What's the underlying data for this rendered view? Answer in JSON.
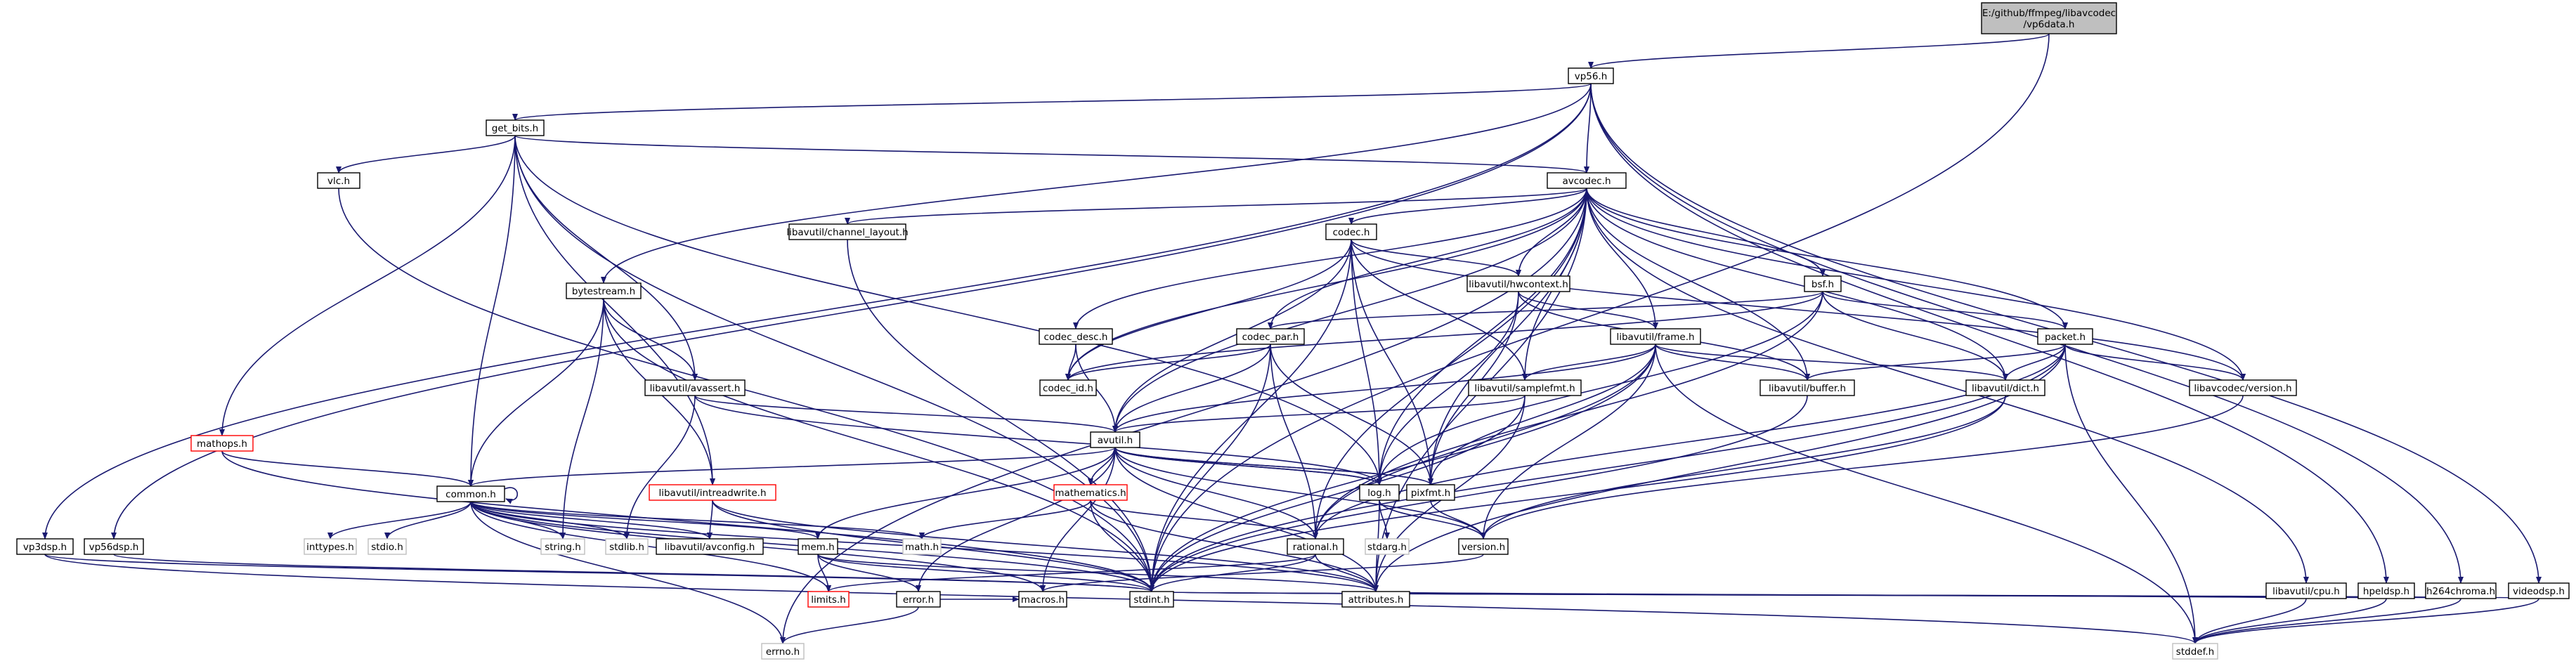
{
  "colors": {
    "edge": "#191970",
    "node_border": "#000000",
    "missing_border": "#ff0000",
    "system_border": "#bfbfbf",
    "root_fill": "#bfbfbf",
    "node_fill": "#ffffff"
  },
  "nodes": [
    {
      "id": "root",
      "lines": [
        "E:/github/ffmpeg/libavcodec",
        "/vp6data.h"
      ],
      "kind": "root"
    },
    {
      "id": "vp56_h",
      "lines": [
        "vp56.h"
      ]
    },
    {
      "id": "get_bits_h",
      "lines": [
        "get_bits.h"
      ]
    },
    {
      "id": "avcodec_h",
      "lines": [
        "avcodec.h"
      ]
    },
    {
      "id": "vlc_h",
      "lines": [
        "vlc.h"
      ]
    },
    {
      "id": "bytestream_h",
      "lines": [
        "bytestream.h"
      ]
    },
    {
      "id": "mathops_h",
      "lines": [
        "mathops.h"
      ],
      "kind": "missing"
    },
    {
      "id": "common_h",
      "lines": [
        "common.h"
      ]
    },
    {
      "id": "vp3dsp_h",
      "lines": [
        "vp3dsp.h"
      ]
    },
    {
      "id": "vp56dsp_h",
      "lines": [
        "vp56dsp.h"
      ]
    },
    {
      "id": "channel_layout_h",
      "lines": [
        "libavutil/channel_layout.h"
      ]
    },
    {
      "id": "codec_h",
      "lines": [
        "codec.h"
      ]
    },
    {
      "id": "hwcontext_h",
      "lines": [
        "libavutil/hwcontext.h"
      ]
    },
    {
      "id": "bsf_h",
      "lines": [
        "bsf.h"
      ]
    },
    {
      "id": "codec_desc_h",
      "lines": [
        "codec_desc.h"
      ]
    },
    {
      "id": "codec_par_h",
      "lines": [
        "codec_par.h"
      ]
    },
    {
      "id": "frame_h",
      "lines": [
        "libavutil/frame.h"
      ]
    },
    {
      "id": "packet_h",
      "lines": [
        "packet.h"
      ]
    },
    {
      "id": "avassert_h",
      "lines": [
        "libavutil/avassert.h"
      ]
    },
    {
      "id": "codec_id_h",
      "lines": [
        "codec_id.h"
      ]
    },
    {
      "id": "samplefmt_h",
      "lines": [
        "libavutil/samplefmt.h"
      ]
    },
    {
      "id": "buffer_h",
      "lines": [
        "libavutil/buffer.h"
      ]
    },
    {
      "id": "dict_h",
      "lines": [
        "libavutil/dict.h"
      ]
    },
    {
      "id": "lavc_version_h",
      "lines": [
        "libavcodec/version.h"
      ]
    },
    {
      "id": "avutil_h",
      "lines": [
        "avutil.h"
      ]
    },
    {
      "id": "mathematics_h",
      "lines": [
        "mathematics.h"
      ],
      "kind": "missing"
    },
    {
      "id": "intreadwrite_h",
      "lines": [
        "libavutil/intreadwrite.h"
      ],
      "kind": "missing"
    },
    {
      "id": "log_h",
      "lines": [
        "log.h"
      ]
    },
    {
      "id": "pixfmt_h",
      "lines": [
        "pixfmt.h"
      ]
    },
    {
      "id": "inttypes_h",
      "lines": [
        "inttypes.h"
      ],
      "kind": "system"
    },
    {
      "id": "stdio_h",
      "lines": [
        "stdio.h"
      ],
      "kind": "system"
    },
    {
      "id": "stdlib_h",
      "lines": [
        "stdlib.h"
      ],
      "kind": "system"
    },
    {
      "id": "string_h",
      "lines": [
        "string.h"
      ],
      "kind": "system"
    },
    {
      "id": "avconfig_h",
      "lines": [
        "libavutil/avconfig.h"
      ]
    },
    {
      "id": "mem_h",
      "lines": [
        "mem.h"
      ]
    },
    {
      "id": "math_h",
      "lines": [
        "math.h"
      ],
      "kind": "system"
    },
    {
      "id": "stdarg_h",
      "lines": [
        "stdarg.h"
      ],
      "kind": "system"
    },
    {
      "id": "rational_h",
      "lines": [
        "rational.h"
      ]
    },
    {
      "id": "version_h",
      "lines": [
        "version.h"
      ]
    },
    {
      "id": "cpu_h",
      "lines": [
        "libavutil/cpu.h"
      ]
    },
    {
      "id": "hpeldsp_h",
      "lines": [
        "hpeldsp.h"
      ]
    },
    {
      "id": "h264chroma_h",
      "lines": [
        "h264chroma.h"
      ]
    },
    {
      "id": "videodsp_h",
      "lines": [
        "videodsp.h"
      ]
    },
    {
      "id": "limits_h",
      "lines": [
        "limits.h"
      ],
      "kind": "missing"
    },
    {
      "id": "macros_h",
      "lines": [
        "macros.h"
      ]
    },
    {
      "id": "error_h",
      "lines": [
        "error.h"
      ]
    },
    {
      "id": "stdint_h",
      "lines": [
        "stdint.h"
      ]
    },
    {
      "id": "attributes_h",
      "lines": [
        "attributes.h"
      ]
    },
    {
      "id": "errno_h",
      "lines": [
        "errno.h"
      ],
      "kind": "system"
    },
    {
      "id": "stddef_h",
      "lines": [
        "stddef.h"
      ],
      "kind": "system"
    }
  ],
  "edges": [
    [
      "root",
      "vp56_h"
    ],
    [
      "root",
      "stdint_h"
    ],
    [
      "vp56_h",
      "get_bits_h"
    ],
    [
      "vp56_h",
      "avcodec_h"
    ],
    [
      "vp56_h",
      "bytestream_h"
    ],
    [
      "vp56_h",
      "vp3dsp_h"
    ],
    [
      "vp56_h",
      "vp56dsp_h"
    ],
    [
      "vp56_h",
      "h264chroma_h"
    ],
    [
      "vp56_h",
      "hpeldsp_h"
    ],
    [
      "vp56_h",
      "videodsp_h"
    ],
    [
      "get_bits_h",
      "avcodec_h"
    ],
    [
      "get_bits_h",
      "vlc_h"
    ],
    [
      "get_bits_h",
      "mathops_h"
    ],
    [
      "get_bits_h",
      "common_h"
    ],
    [
      "get_bits_h",
      "avassert_h"
    ],
    [
      "get_bits_h",
      "intreadwrite_h"
    ],
    [
      "get_bits_h",
      "log_h"
    ],
    [
      "get_bits_h",
      "stdint_h"
    ],
    [
      "vlc_h",
      "stdint_h"
    ],
    [
      "avcodec_h",
      "channel_layout_h"
    ],
    [
      "avcodec_h",
      "codec_h"
    ],
    [
      "avcodec_h",
      "hwcontext_h"
    ],
    [
      "avcodec_h",
      "bsf_h"
    ],
    [
      "avcodec_h",
      "codec_desc_h"
    ],
    [
      "avcodec_h",
      "codec_par_h"
    ],
    [
      "avcodec_h",
      "frame_h"
    ],
    [
      "avcodec_h",
      "packet_h"
    ],
    [
      "avcodec_h",
      "codec_id_h"
    ],
    [
      "avcodec_h",
      "samplefmt_h"
    ],
    [
      "avcodec_h",
      "buffer_h"
    ],
    [
      "avcodec_h",
      "dict_h"
    ],
    [
      "avcodec_h",
      "lavc_version_h"
    ],
    [
      "avcodec_h",
      "avutil_h"
    ],
    [
      "avcodec_h",
      "log_h"
    ],
    [
      "avcodec_h",
      "pixfmt_h"
    ],
    [
      "avcodec_h",
      "rational_h"
    ],
    [
      "avcodec_h",
      "attributes_h"
    ],
    [
      "avcodec_h",
      "errno_h"
    ],
    [
      "avcodec_h",
      "cpu_h"
    ],
    [
      "channel_layout_h",
      "stdint_h"
    ],
    [
      "codec_h",
      "hwcontext_h"
    ],
    [
      "codec_h",
      "codec_id_h"
    ],
    [
      "codec_h",
      "samplefmt_h"
    ],
    [
      "codec_h",
      "avutil_h"
    ],
    [
      "codec_h",
      "log_h"
    ],
    [
      "codec_h",
      "pixfmt_h"
    ],
    [
      "codec_h",
      "lavc_version_h"
    ],
    [
      "codec_h",
      "stdint_h"
    ],
    [
      "hwcontext_h",
      "frame_h"
    ],
    [
      "hwcontext_h",
      "buffer_h"
    ],
    [
      "hwcontext_h",
      "log_h"
    ],
    [
      "hwcontext_h",
      "pixfmt_h"
    ],
    [
      "bsf_h",
      "codec_par_h"
    ],
    [
      "bsf_h",
      "packet_h"
    ],
    [
      "bsf_h",
      "codec_id_h"
    ],
    [
      "bsf_h",
      "dict_h"
    ],
    [
      "bsf_h",
      "log_h"
    ],
    [
      "bsf_h",
      "rational_h"
    ],
    [
      "codec_desc_h",
      "codec_id_h"
    ],
    [
      "codec_desc_h",
      "avutil_h"
    ],
    [
      "codec_par_h",
      "codec_id_h"
    ],
    [
      "codec_par_h",
      "avutil_h"
    ],
    [
      "codec_par_h",
      "rational_h"
    ],
    [
      "codec_par_h",
      "pixfmt_h"
    ],
    [
      "codec_par_h",
      "stdint_h"
    ],
    [
      "frame_h",
      "avutil_h"
    ],
    [
      "frame_h",
      "buffer_h"
    ],
    [
      "frame_h",
      "dict_h"
    ],
    [
      "frame_h",
      "rational_h"
    ],
    [
      "frame_h",
      "samplefmt_h"
    ],
    [
      "frame_h",
      "pixfmt_h"
    ],
    [
      "frame_h",
      "version_h"
    ],
    [
      "frame_h",
      "stdint_h"
    ],
    [
      "frame_h",
      "stddef_h"
    ],
    [
      "packet_h",
      "buffer_h"
    ],
    [
      "packet_h",
      "dict_h"
    ],
    [
      "packet_h",
      "rational_h"
    ],
    [
      "packet_h",
      "lavc_version_h"
    ],
    [
      "packet_h",
      "attributes_h"
    ],
    [
      "packet_h",
      "stdint_h"
    ],
    [
      "packet_h",
      "stddef_h"
    ],
    [
      "bytestream_h",
      "avassert_h"
    ],
    [
      "bytestream_h",
      "common_h"
    ],
    [
      "bytestream_h",
      "intreadwrite_h"
    ],
    [
      "bytestream_h",
      "string_h"
    ],
    [
      "bytestream_h",
      "stdint_h"
    ],
    [
      "mathops_h",
      "common_h"
    ],
    [
      "mathops_h",
      "stdint_h"
    ],
    [
      "avassert_h",
      "avutil_h"
    ],
    [
      "avassert_h",
      "log_h"
    ],
    [
      "avassert_h",
      "stdlib_h"
    ],
    [
      "samplefmt_h",
      "avutil_h"
    ],
    [
      "samplefmt_h",
      "attributes_h"
    ],
    [
      "samplefmt_h",
      "stdint_h"
    ],
    [
      "buffer_h",
      "stdint_h"
    ],
    [
      "dict_h",
      "version_h"
    ],
    [
      "dict_h",
      "stdint_h"
    ],
    [
      "lavc_version_h",
      "version_h"
    ],
    [
      "avutil_h",
      "common_h"
    ],
    [
      "avutil_h",
      "error_h"
    ],
    [
      "avutil_h",
      "version_h"
    ],
    [
      "avutil_h",
      "mathematics_h"
    ],
    [
      "avutil_h",
      "rational_h"
    ],
    [
      "avutil_h",
      "log_h"
    ],
    [
      "avutil_h",
      "pixfmt_h"
    ],
    [
      "avutil_h",
      "macros_h"
    ],
    [
      "avutil_h",
      "attributes_h"
    ],
    [
      "mathematics_h",
      "attributes_h"
    ],
    [
      "mathematics_h",
      "rational_h"
    ],
    [
      "mathematics_h",
      "stdint_h"
    ],
    [
      "mathematics_h",
      "math_h"
    ],
    [
      "intreadwrite_h",
      "avconfig_h"
    ],
    [
      "intreadwrite_h",
      "attributes_h"
    ],
    [
      "intreadwrite_h",
      "stdint_h"
    ],
    [
      "log_h",
      "avutil_h"
    ],
    [
      "log_h",
      "attributes_h"
    ],
    [
      "log_h",
      "version_h"
    ],
    [
      "log_h",
      "stdarg_h"
    ],
    [
      "pixfmt_h",
      "avutil_h"
    ],
    [
      "pixfmt_h",
      "version_h"
    ],
    [
      "common_h",
      "common_h"
    ],
    [
      "common_h",
      "attributes_h"
    ],
    [
      "common_h",
      "macros_h"
    ],
    [
      "common_h",
      "mem_h"
    ],
    [
      "common_h",
      "avconfig_h"
    ],
    [
      "common_h",
      "errno_h"
    ],
    [
      "common_h",
      "inttypes_h"
    ],
    [
      "common_h",
      "limits_h"
    ],
    [
      "common_h",
      "math_h"
    ],
    [
      "common_h",
      "stdint_h"
    ],
    [
      "common_h",
      "stdio_h"
    ],
    [
      "common_h",
      "stdlib_h"
    ],
    [
      "common_h",
      "string_h"
    ],
    [
      "mem_h",
      "error_h"
    ],
    [
      "mem_h",
      "attributes_h"
    ],
    [
      "mem_h",
      "avutil_h"
    ],
    [
      "mem_h",
      "limits_h"
    ],
    [
      "mem_h",
      "stdint_h"
    ],
    [
      "error_h",
      "errno_h"
    ],
    [
      "error_h",
      "macros_h"
    ],
    [
      "rational_h",
      "attributes_h"
    ],
    [
      "rational_h",
      "limits_h"
    ],
    [
      "rational_h",
      "stdint_h"
    ],
    [
      "cpu_h",
      "attributes_h"
    ],
    [
      "cpu_h",
      "stddef_h"
    ],
    [
      "hpeldsp_h",
      "stdint_h"
    ],
    [
      "hpeldsp_h",
      "stddef_h"
    ],
    [
      "h264chroma_h",
      "stdint_h"
    ],
    [
      "h264chroma_h",
      "stddef_h"
    ],
    [
      "videodsp_h",
      "stdint_h"
    ],
    [
      "videodsp_h",
      "stddef_h"
    ],
    [
      "vp3dsp_h",
      "stdint_h"
    ],
    [
      "vp3dsp_h",
      "stddef_h"
    ],
    [
      "vp56dsp_h",
      "stdint_h"
    ],
    [
      "version_h",
      "macros_h"
    ]
  ]
}
